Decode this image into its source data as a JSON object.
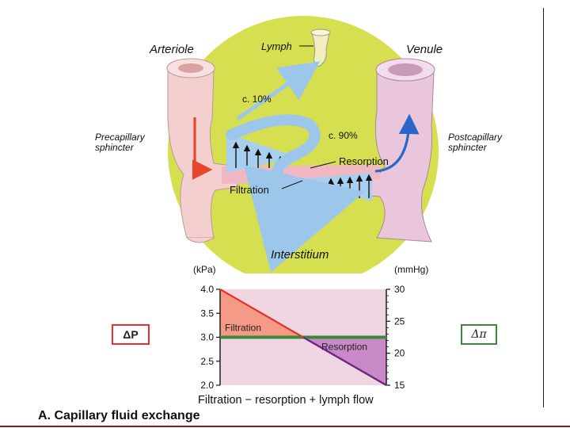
{
  "diagram": {
    "labels": {
      "arteriole": "Arteriole",
      "venule": "Venule",
      "lymph": "Lymph",
      "precapillary": [
        "Precapillary",
        "sphincter"
      ],
      "postcapillary": [
        "Postcapillary",
        "sphincter"
      ],
      "pct10": "c. 10%",
      "pct90": "c. 90%",
      "resorption": "Resorption",
      "filtration": "Filtration",
      "interstitium": "Interstitium"
    },
    "colors": {
      "yellow_disk": "#d6df4f",
      "vessel_pink": "#f3cfcf",
      "venule_pink": "#e9c6dc",
      "capillary_blue": "#a9cfee",
      "arrow_red": "#e8452a",
      "arrow_blue": "#2a66c8"
    }
  },
  "chart_data": {
    "type": "line",
    "y_left_label": "(kPa)",
    "y_right_label": "(mmHg)",
    "y_left_ticks": [
      "4.0",
      "3.5",
      "3.0",
      "2.5",
      "2.0"
    ],
    "y_left_range": [
      2.0,
      4.0
    ],
    "y_right_ticks": [
      "30",
      "25",
      "20",
      "15"
    ],
    "y_right_range": [
      15,
      30
    ],
    "series": [
      {
        "name": "ΔP",
        "color": "#e5322a",
        "x": [
          0,
          1
        ],
        "y": [
          4.0,
          2.0
        ]
      },
      {
        "name": "Δπ",
        "color": "#3a8a3a",
        "x": [
          0,
          1
        ],
        "y": [
          3.0,
          3.0
        ]
      }
    ],
    "regions": {
      "filtration": "Filtration",
      "resorption": "Resorption"
    },
    "footer": "Filtration − resorption + lymph flow",
    "legend_left": "ΔP",
    "legend_right": "Δπ"
  },
  "caption": "A. Capillary fluid exchange"
}
